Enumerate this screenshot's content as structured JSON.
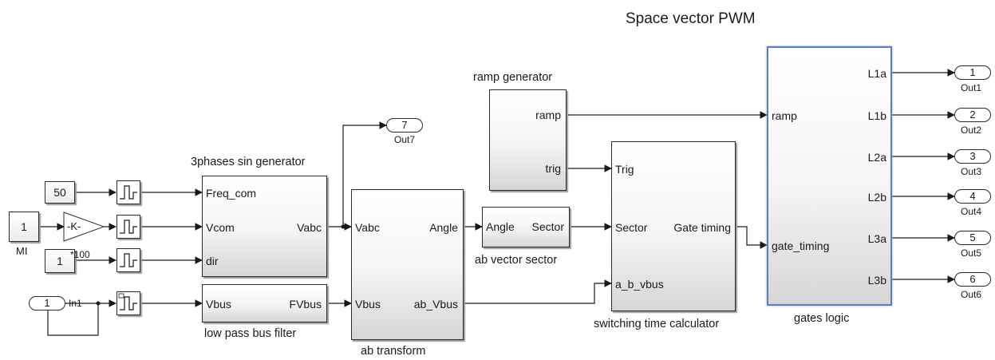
{
  "title": "Space vector PWM",
  "constants": {
    "freq": "50",
    "mi": "1",
    "dir": "1"
  },
  "constant_labels": {
    "mi": "MI"
  },
  "gain": {
    "text": "-K-"
  },
  "product_label": "*100",
  "inport": {
    "number": "1",
    "name": "In1"
  },
  "blocks": {
    "sin_gen": {
      "caption": "3phases sin generator",
      "ports": {
        "freq": "Freq_com",
        "vcom": "Vcom",
        "dir": "dir",
        "vabc": "Vabc"
      }
    },
    "lpf": {
      "caption": "low pass bus filter",
      "ports": {
        "vbus": "Vbus",
        "fvbus": "FVbus"
      }
    },
    "ab": {
      "caption": "ab transform",
      "ports": {
        "vabc": "Vabc",
        "vbus": "Vbus",
        "angle": "Angle",
        "ab_vbus": "ab_Vbus"
      }
    },
    "sector": {
      "caption": "ab vector sector",
      "ports": {
        "angle": "Angle",
        "sector": "Sector"
      }
    },
    "ramp": {
      "caption": "ramp generator",
      "ports": {
        "ramp": "ramp",
        "trig": "trig"
      }
    },
    "switching": {
      "caption": "switching time calculator",
      "ports": {
        "trig": "Trig",
        "sector": "Sector",
        "ab_b_vbus": "a_b_vbus",
        "gate_timing": "Gate timing"
      }
    },
    "gates": {
      "caption": "gates logic",
      "ports": {
        "ramp": "ramp",
        "gate_timing": "gate_timing",
        "l1a": "L1a",
        "l1b": "L1b",
        "l2a": "L2a",
        "l2b": "L2b",
        "l3a": "L3a",
        "l3b": "L3b"
      }
    }
  },
  "outports": [
    {
      "number": "1",
      "name": "Out1"
    },
    {
      "number": "2",
      "name": "Out2"
    },
    {
      "number": "3",
      "name": "Out3"
    },
    {
      "number": "4",
      "name": "Out4"
    },
    {
      "number": "5",
      "name": "Out5"
    },
    {
      "number": "6",
      "name": "Out6"
    },
    {
      "number": "7",
      "name": "Out7"
    }
  ],
  "colors": {
    "wire": "#1a1a1a",
    "selection": "#5b7fb6"
  }
}
